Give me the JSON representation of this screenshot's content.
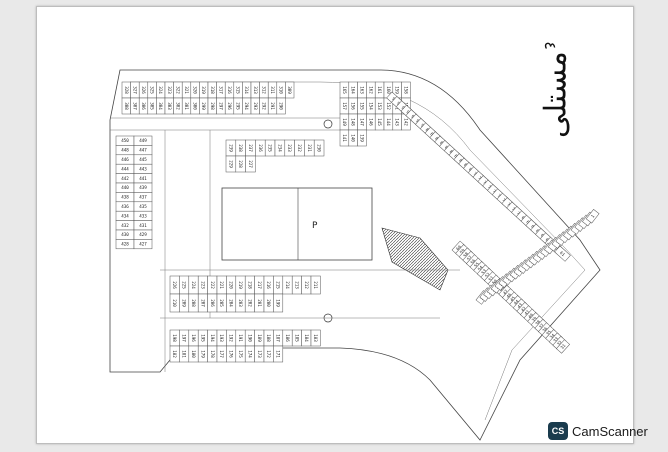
{
  "document": {
    "title": "مستلى",
    "page_number": "٤"
  },
  "plan": {
    "central_marker": "P",
    "grid_top": [
      "328",
      "327",
      "326",
      "325",
      "324",
      "323",
      "322",
      "321",
      "320",
      "319",
      "318",
      "317",
      "316",
      "315",
      "314",
      "313",
      "312",
      "311",
      "310",
      "309",
      "308",
      "307",
      "306",
      "305",
      "304",
      "303",
      "302",
      "301",
      "300",
      "299",
      "298",
      "297",
      "296",
      "295",
      "294",
      "293",
      "292",
      "291",
      "290"
    ],
    "grid_middle_top": [
      "239",
      "238",
      "237",
      "236",
      "235",
      "234",
      "233",
      "232",
      "231",
      "230",
      "229",
      "228",
      "227"
    ],
    "grid_middle_bottom": [
      "226",
      "225",
      "224",
      "223",
      "222",
      "221",
      "220",
      "219",
      "218",
      "217",
      "216",
      "215",
      "214",
      "213",
      "212",
      "211",
      "210",
      "209",
      "208",
      "207",
      "206",
      "205",
      "204",
      "203",
      "202",
      "201",
      "200",
      "199"
    ],
    "grid_bottom": [
      "198",
      "197",
      "196",
      "195",
      "194",
      "193",
      "192",
      "191",
      "190",
      "189",
      "188",
      "187",
      "186",
      "185",
      "184",
      "183",
      "182",
      "181",
      "180",
      "179",
      "178",
      "177",
      "176",
      "175",
      "174",
      "173",
      "172",
      "171"
    ],
    "grid_left": [
      "450",
      "449",
      "448",
      "447",
      "446",
      "445",
      "444",
      "443",
      "442",
      "441",
      "440",
      "439",
      "438",
      "437",
      "436",
      "435",
      "434",
      "433",
      "432",
      "431",
      "430",
      "429",
      "428",
      "427"
    ],
    "grid_right_top": [
      "165",
      "164",
      "163",
      "162",
      "161",
      "160",
      "159",
      "158",
      "157",
      "156",
      "155",
      "154",
      "153",
      "152",
      "151",
      "150",
      "149",
      "148",
      "147",
      "146",
      "145",
      "144",
      "143",
      "142",
      "141",
      "140",
      "139"
    ],
    "grid_diag": [
      "96",
      "95",
      "94",
      "93",
      "92",
      "91",
      "90",
      "89",
      "88",
      "87",
      "86",
      "85",
      "84",
      "83",
      "82",
      "81",
      "80",
      "79",
      "78",
      "77",
      "76",
      "75",
      "74",
      "73",
      "72",
      "71",
      "70",
      "69",
      "68",
      "67",
      "66",
      "65",
      "64",
      "63",
      "62",
      "61"
    ],
    "grid_lower_right": [
      "60",
      "59",
      "58",
      "57",
      "56",
      "55",
      "54",
      "53",
      "52",
      "51",
      "50",
      "49",
      "48",
      "47",
      "46",
      "45",
      "44",
      "43",
      "42",
      "41",
      "40",
      "39",
      "38",
      "37",
      "36",
      "35",
      "34",
      "33",
      "32",
      "31",
      "30",
      "29",
      "28",
      "27",
      "26",
      "25",
      "24",
      "23",
      "22",
      "21",
      "20",
      "19",
      "18",
      "17",
      "16",
      "15",
      "14",
      "13",
      "12",
      "11",
      "10",
      "9",
      "8",
      "7",
      "6",
      "5",
      "4",
      "3",
      "2",
      "1"
    ]
  },
  "watermark": {
    "badge": "CS",
    "name": "CamScanner"
  }
}
